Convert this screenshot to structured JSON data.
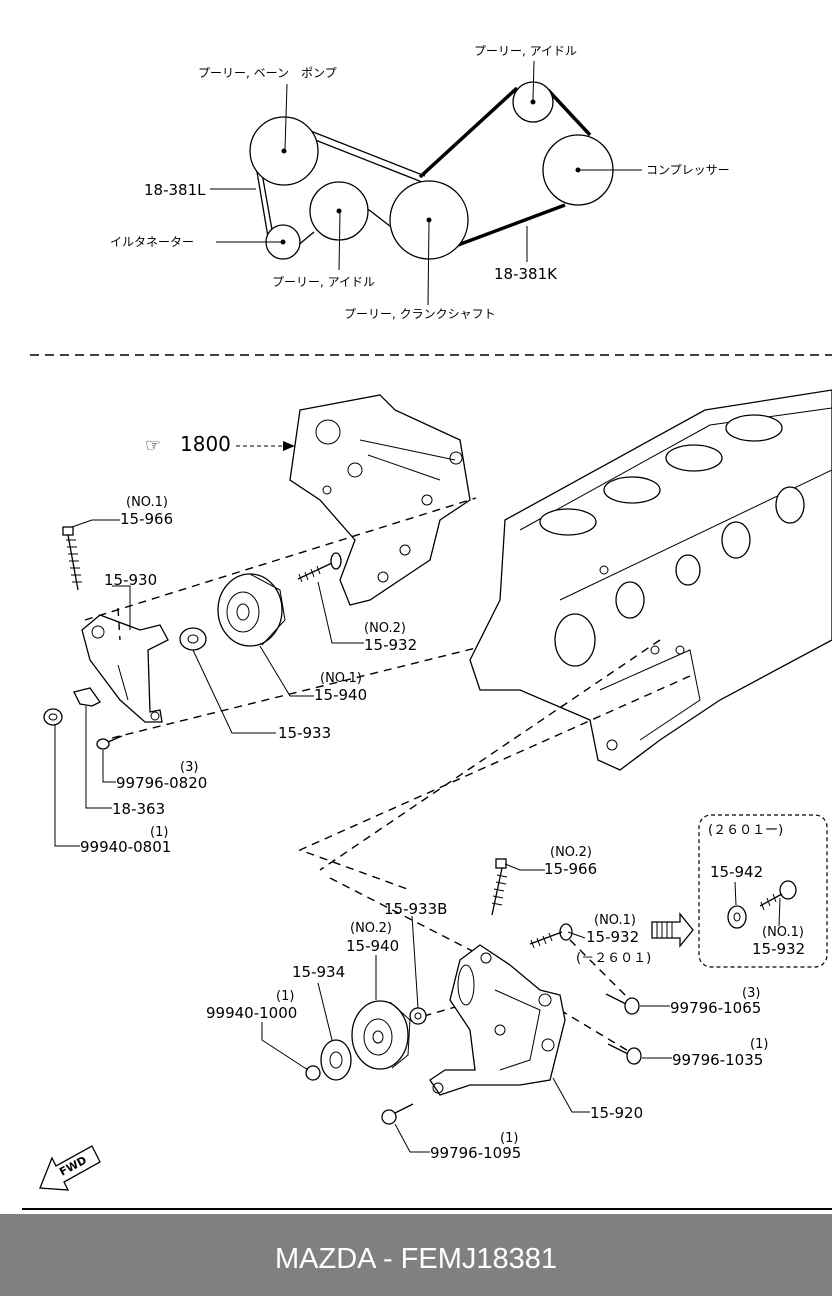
{
  "belt_diagram": {
    "labels": {
      "pulley_vane_pump": "プーリー, ベーン　ポンプ",
      "pulley_idler_top": "プーリー, アイドル",
      "compressor": "コンプレッサー",
      "belt_l": "18-381L",
      "alternator": "イルタネーター",
      "pulley_idler_lower": "プーリー, アイドル",
      "belt_k": "18-381K",
      "pulley_crankshaft": "プーリー, クランクシャフト"
    }
  },
  "exploded_view": {
    "labels": {
      "ref_1800": "1800",
      "no1_a": "(NO.1)",
      "p15_966_a": "15-966",
      "p15_930": "15-930",
      "no2_a": "(NO.2)",
      "p15_932_a": "15-932",
      "no1_b": "(NO.1)",
      "p15_940_a": "15-940",
      "p15_933": "15-933",
      "qty3_a": "(3)",
      "p99796_0820": "99796-0820",
      "p18_363": "18-363",
      "qty1_a": "(1)",
      "p99940_0801": "99940-0801",
      "no2_b": "(NO.2)",
      "p15_966_b": "15-966",
      "inset_range": "(２６０１ー)",
      "p15_942": "15-942",
      "no1_c": "(NO.1)",
      "p15_932_c": "15-932",
      "p15_933b": "15-933B",
      "no1_d": "(NO.1)",
      "p15_932_b": "15-932",
      "range_b": "(－２６０１)",
      "no2_c": "(NO.2)",
      "p15_940_b": "15-940",
      "p15_934": "15-934",
      "qty1_b": "(1)",
      "p99940_1000": "99940-1000",
      "qty3_b": "(3)",
      "p99796_1065": "99796-1065",
      "qty1_c": "(1)",
      "p99796_1035": "99796-1035",
      "p15_920": "15-920",
      "qty1_d": "(1)",
      "p99796_1095": "99796-1095",
      "fwd": "FWD"
    }
  },
  "footer": {
    "caption": "MAZDA - FEMJ18381"
  }
}
